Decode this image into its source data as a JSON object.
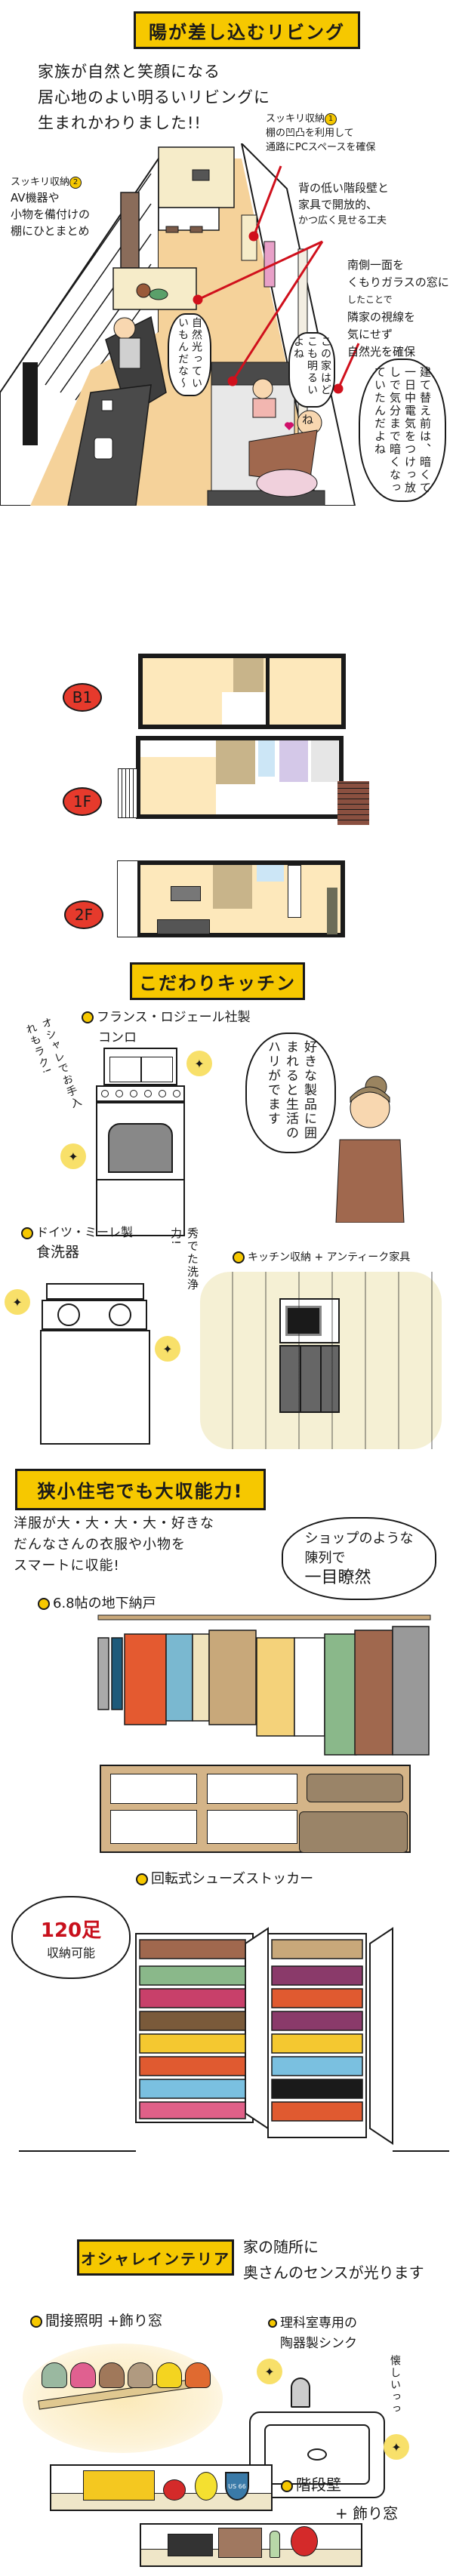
{
  "colors": {
    "banner_yellow": "#f6c800",
    "floor_badge_red": "#e63a2c",
    "pointer_red": "#d0101c",
    "floor_wood": "#f5d29a",
    "dark_furniture": "#4a4a4a",
    "plan_room": "#fde8bb"
  },
  "living": {
    "banner": "陽が差し込むリビング",
    "lead": [
      "家族が自然と笑顔になる",
      "居心地のよい明るいリビングに",
      "生まれかわりました!!"
    ],
    "note1": {
      "title": "スッキリ収納",
      "num": "1",
      "lines": [
        "棚の凹凸を利用して",
        "通路にPCスペースを確保"
      ]
    },
    "note2": {
      "title": "スッキリ収納",
      "num": "2",
      "lines": [
        "AV機器や",
        "小物を備付けの",
        "棚にひとまとめ"
      ]
    },
    "note3": [
      "背の低い階段壁と",
      "家具で開放的、",
      "かつ広く見せる工夫"
    ],
    "note4": [
      "南側一面を",
      "くもりガラスの窓に",
      "したことで",
      "隣家の視線を",
      "気にせず",
      "自然光を確保"
    ],
    "bubble_husband": "自然光っていいもんだな〜",
    "bubble_child_top": "この家はどこも明るいよね",
    "bubble_child": "ね",
    "bubble_wife": "建て替え前は、暗くて一日中電気をつけっ放しで気分まで暗くなっていたんだよね"
  },
  "floorplans": [
    {
      "label": "B1"
    },
    {
      "label": "1F"
    },
    {
      "label": "2F"
    }
  ],
  "kitchen": {
    "banner": "こだわりキッチン",
    "stove_label": [
      "フランス・ロジェール社製",
      "コンロ"
    ],
    "stove_comment": "オシャレでお手入れもラク!",
    "wife_bubble": "好きな製品に囲まれると生活のハリがでます",
    "dishwasher_label": [
      "ドイツ・ミーレ製",
      "食洗器"
    ],
    "dishwasher_comment": "秀でた洗浄力!",
    "storage_label": "キッチン収納 + アンティーク家具"
  },
  "storage": {
    "banner": "狭小住宅でも大収能力!",
    "lead": [
      "洋服が大・大・大・大・好きな",
      "だんなさんの衣服や小物を",
      "スマートに収能!"
    ],
    "bubble": [
      "ショップのような",
      "陳列で",
      "一目瞭然"
    ],
    "closet_label": "6.8帖の地下納戸",
    "shoe_label": "回転式シューズストッカー",
    "shoe_bubble_count": "120足",
    "shoe_bubble_text": "収納可能"
  },
  "interior": {
    "banner": "オシャレインテリア",
    "lead": [
      "家の随所に",
      "奥さんのセンスが光ります"
    ],
    "lighting_label": "間接照明 +飾り窓",
    "sink_label": [
      "理科室専用の",
      "陶器製シンク"
    ],
    "sink_comment": "懐しいっっ",
    "stair_label": [
      "階段壁",
      "+ 飾り窓"
    ],
    "shield_text": "US 66"
  }
}
